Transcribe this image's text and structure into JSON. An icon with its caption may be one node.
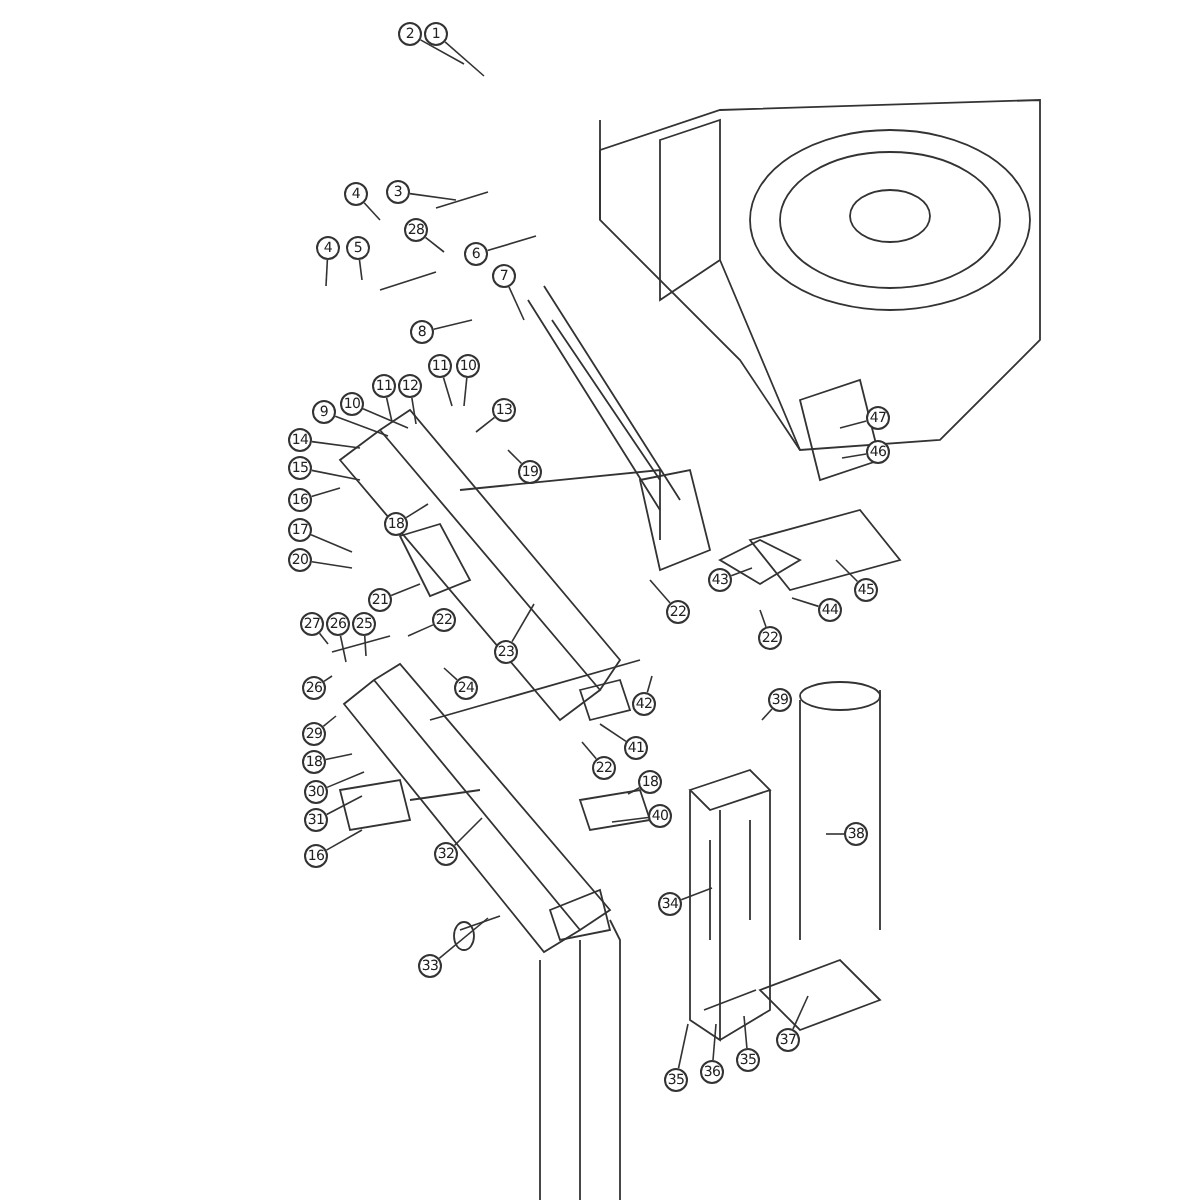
{
  "diagram": {
    "nodes": [
      {
        "text": [
          "2"
        ]
      },
      {
        "text": [
          "1"
        ]
      },
      {
        "text": [
          "4"
        ]
      },
      {
        "text": [
          "3"
        ]
      },
      {
        "text": [
          "28"
        ]
      },
      {
        "text": [
          "4"
        ]
      },
      {
        "text": [
          "5"
        ]
      },
      {
        "text": [
          "6"
        ]
      },
      {
        "text": [
          "7"
        ]
      },
      {
        "text": [
          "8"
        ]
      },
      {
        "text": [
          "11"
        ]
      },
      {
        "text": [
          "10"
        ]
      },
      {
        "text": [
          "11"
        ]
      },
      {
        "text": [
          "12"
        ]
      },
      {
        "text": [
          "9"
        ]
      },
      {
        "text": [
          "10"
        ]
      },
      {
        "text": [
          "13"
        ]
      },
      {
        "text": [
          "14"
        ]
      },
      {
        "text": [
          "19"
        ]
      },
      {
        "text": [
          "15"
        ]
      },
      {
        "text": [
          "16"
        ]
      },
      {
        "text": [
          "18"
        ]
      },
      {
        "text": [
          "17"
        ]
      },
      {
        "text": [
          "20"
        ]
      },
      {
        "text": [
          "21"
        ]
      },
      {
        "text": [
          "22"
        ]
      },
      {
        "text": [
          "27"
        ]
      },
      {
        "text": [
          "26"
        ]
      },
      {
        "text": [
          "25"
        ]
      },
      {
        "text": [
          "23"
        ]
      },
      {
        "text": [
          "22"
        ]
      },
      {
        "text": [
          "43"
        ]
      },
      {
        "text": [
          "45"
        ]
      },
      {
        "text": [
          "44"
        ]
      },
      {
        "text": [
          "47"
        ]
      },
      {
        "text": [
          "46"
        ]
      },
      {
        "text": [
          "22"
        ]
      },
      {
        "text": [
          "26"
        ]
      },
      {
        "text": [
          "24"
        ]
      },
      {
        "text": [
          "42"
        ]
      },
      {
        "text": [
          "39"
        ]
      },
      {
        "text": [
          "29"
        ]
      },
      {
        "text": [
          "41"
        ]
      },
      {
        "text": [
          "18"
        ]
      },
      {
        "text": [
          "22"
        ]
      },
      {
        "text": [
          "30"
        ]
      },
      {
        "text": [
          "18"
        ]
      },
      {
        "text": [
          "31"
        ]
      },
      {
        "text": [
          "40"
        ]
      },
      {
        "text": [
          "38"
        ]
      },
      {
        "text": [
          "16"
        ]
      },
      {
        "text": [
          "32"
        ]
      },
      {
        "text": [
          "34"
        ]
      },
      {
        "text": [
          "33"
        ]
      },
      {
        "text": [
          "37"
        ]
      },
      {
        "text": [
          "35"
        ]
      },
      {
        "text": [
          "36"
        ]
      },
      {
        "text": [
          "35"
        ]
      }
    ],
    "edges": [
      {
        "from": 0,
        "to": null,
        "arrow": "none"
      },
      {
        "from": 1,
        "to": null,
        "arrow": "none"
      },
      {
        "from": 2,
        "to": null,
        "arrow": "none"
      },
      {
        "from": 3,
        "to": null,
        "arrow": "none"
      },
      {
        "from": 4,
        "to": null,
        "arrow": "none"
      },
      {
        "from": 5,
        "to": null,
        "arrow": "none"
      },
      {
        "from": 6,
        "to": null,
        "arrow": "none"
      },
      {
        "from": 7,
        "to": null,
        "arrow": "none"
      },
      {
        "from": 8,
        "to": null,
        "arrow": "none"
      },
      {
        "from": 9,
        "to": null,
        "arrow": "none"
      },
      {
        "from": 10,
        "to": null,
        "arrow": "none"
      },
      {
        "from": 11,
        "to": null,
        "arrow": "none"
      },
      {
        "from": 12,
        "to": null,
        "arrow": "none"
      },
      {
        "from": 13,
        "to": null,
        "arrow": "none"
      },
      {
        "from": 14,
        "to": null,
        "arrow": "none"
      },
      {
        "from": 15,
        "to": null,
        "arrow": "none"
      },
      {
        "from": 16,
        "to": null,
        "arrow": "none"
      },
      {
        "from": 17,
        "to": null,
        "arrow": "none"
      },
      {
        "from": 18,
        "to": null,
        "arrow": "none"
      },
      {
        "from": 19,
        "to": null,
        "arrow": "none"
      },
      {
        "from": 20,
        "to": null,
        "arrow": "none"
      },
      {
        "from": 21,
        "to": null,
        "arrow": "none"
      },
      {
        "from": 22,
        "to": null,
        "arrow": "none"
      },
      {
        "from": 23,
        "to": null,
        "arrow": "none"
      },
      {
        "from": 24,
        "to": null,
        "arrow": "none"
      },
      {
        "from": 25,
        "to": null,
        "arrow": "none"
      },
      {
        "from": 26,
        "to": null,
        "arrow": "none"
      },
      {
        "from": 27,
        "to": null,
        "arrow": "none"
      },
      {
        "from": 28,
        "to": null,
        "arrow": "none"
      },
      {
        "from": 29,
        "to": null,
        "arrow": "none"
      },
      {
        "from": 30,
        "to": null,
        "arrow": "none"
      },
      {
        "from": 31,
        "to": null,
        "arrow": "none"
      },
      {
        "from": 32,
        "to": null,
        "arrow": "none"
      },
      {
        "from": 33,
        "to": null,
        "arrow": "none"
      },
      {
        "from": 34,
        "to": null,
        "arrow": "none"
      },
      {
        "from": 35,
        "to": null,
        "arrow": "none"
      },
      {
        "from": 36,
        "to": null,
        "arrow": "none"
      },
      {
        "from": 37,
        "to": null,
        "arrow": "none"
      },
      {
        "from": 38,
        "to": null,
        "arrow": "none"
      },
      {
        "from": 39,
        "to": null,
        "arrow": "none"
      },
      {
        "from": 40,
        "to": null,
        "arrow": "none"
      },
      {
        "from": 41,
        "to": null,
        "arrow": "none"
      },
      {
        "from": 42,
        "to": null,
        "arrow": "none"
      },
      {
        "from": 43,
        "to": null,
        "arrow": "none"
      },
      {
        "from": 44,
        "to": null,
        "arrow": "none"
      },
      {
        "from": 45,
        "to": null,
        "arrow": "none"
      },
      {
        "from": 46,
        "to": null,
        "arrow": "none"
      },
      {
        "from": 47,
        "to": null,
        "arrow": "none"
      },
      {
        "from": 48,
        "to": null,
        "arrow": "none"
      },
      {
        "from": 49,
        "to": null,
        "arrow": "none"
      },
      {
        "from": 50,
        "to": null,
        "arrow": "none"
      },
      {
        "from": 51,
        "to": null,
        "arrow": "none"
      },
      {
        "from": 52,
        "to": null,
        "arrow": "none"
      },
      {
        "from": 53,
        "to": null,
        "arrow": "none"
      },
      {
        "from": 54,
        "to": null,
        "arrow": "none"
      },
      {
        "from": 55,
        "to": null,
        "arrow": "none"
      },
      {
        "from": 56,
        "to": null,
        "arrow": "none"
      },
      {
        "from": 57,
        "to": null,
        "arrow": "none"
      }
    ]
  }
}
